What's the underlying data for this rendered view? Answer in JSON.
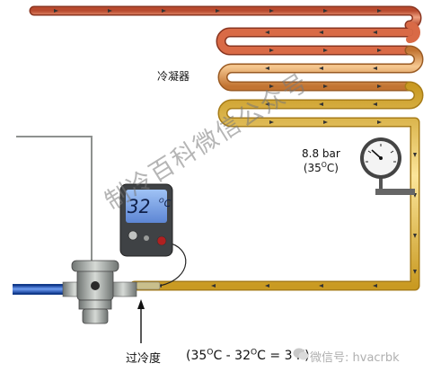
{
  "condenser_label": "冷凝器",
  "pressure": {
    "value": "8.8 bar",
    "temp_prefix": "(35",
    "temp_unit": "C)"
  },
  "thermometer": {
    "reading": "32",
    "unit": "C"
  },
  "subcooling_label": "过冷度",
  "formula": {
    "p1": "(35",
    "p2": "C - 32",
    "p3": "C = 3 K)"
  },
  "superscript_o": "O",
  "watermark_diagonal": "制冷百科微信公众号",
  "watermark_corner": "微信号: hvacrbk",
  "colors": {
    "hot": "#d45a3a",
    "warm": "#e59a55",
    "liquid": "#f2c24a",
    "suction": "#2d63c8",
    "display": "#7ea8e8"
  }
}
